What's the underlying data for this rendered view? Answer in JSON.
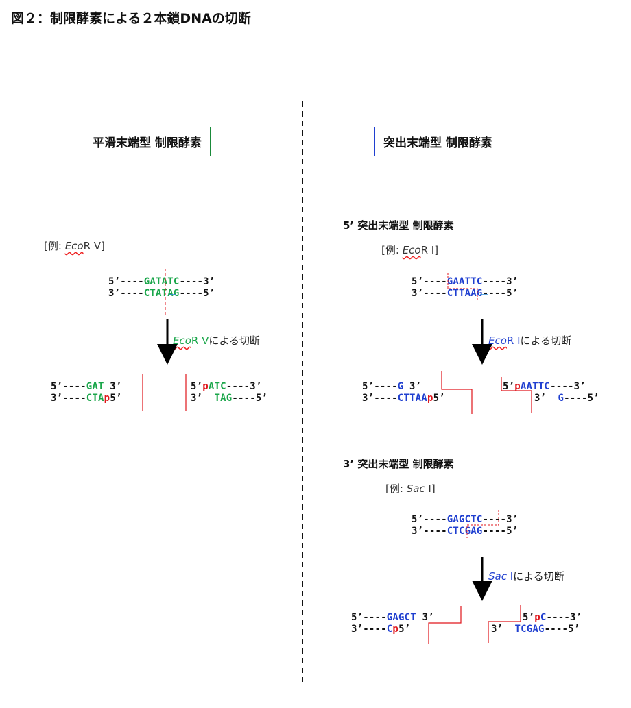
{
  "title": "図２：制限酵素による２本鎖DNAの切断",
  "blunt": {
    "heading": "平滑末端型 制限酵素",
    "example": {
      "prefix": "[例: ",
      "italic": "Eco",
      "rest": "R V",
      "suffix": "]"
    },
    "seq_top": [
      "5’----",
      "GATATC",
      "----3’"
    ],
    "seq_bottom": [
      "3’----",
      "CTATAG",
      "----5’"
    ],
    "arrow_label": {
      "italic": "Eco",
      "rest": "R V",
      "suffix": "による切断"
    },
    "left_top": [
      "5’----",
      "GAT",
      " 3’"
    ],
    "left_bottom": [
      "3’----",
      "CTA",
      "p",
      "5’"
    ],
    "right_top": [
      "5’",
      "p",
      "ATC",
      "----3’"
    ],
    "right_bottom": [
      "3’  ",
      "TAG",
      "----5’"
    ]
  },
  "sticky": {
    "heading": "突出末端型 制限酵素",
    "five_prime": {
      "heading": "5’ 突出末端型 制限酵素",
      "example": {
        "prefix": "[例: ",
        "italic": "Eco",
        "rest": "R I",
        "suffix": "]"
      },
      "seq_top": [
        "5’----",
        "GAATTC",
        "----3’"
      ],
      "seq_bottom": [
        "3’----",
        "CTTAAG",
        "----5’"
      ],
      "arrow_label": {
        "italic": "Eco",
        "rest": "R I",
        "suffix": "による切断"
      },
      "left_top": [
        "5’----",
        "G",
        " 3’"
      ],
      "left_bottom": [
        "3’----",
        "CTTAA",
        "p",
        "5’"
      ],
      "right_top": [
        "5’",
        "p",
        "AATTC",
        "----3’"
      ],
      "right_bottom": [
        "3’  ",
        "G",
        "----5’"
      ]
    },
    "three_prime": {
      "heading": "3’ 突出末端型 制限酵素",
      "example": {
        "prefix": "[例: ",
        "italic": "Sac",
        "rest": " I",
        "suffix": "]"
      },
      "seq_top": [
        "5’----",
        "GAGCTC",
        "----3’"
      ],
      "seq_bottom": [
        "3’----",
        "CTCGAG",
        "----5’"
      ],
      "arrow_label": {
        "italic": "Sac",
        "rest": " I",
        "suffix": "による切断"
      },
      "left_top": [
        "5’----",
        "GAGCT",
        " 3’"
      ],
      "left_bottom": [
        "3’----",
        "C",
        "p",
        "5’"
      ],
      "right_top": [
        "5’",
        "p",
        "C",
        "----3’"
      ],
      "right_bottom": [
        "3’  ",
        "TCGAG",
        "----5’"
      ]
    }
  }
}
